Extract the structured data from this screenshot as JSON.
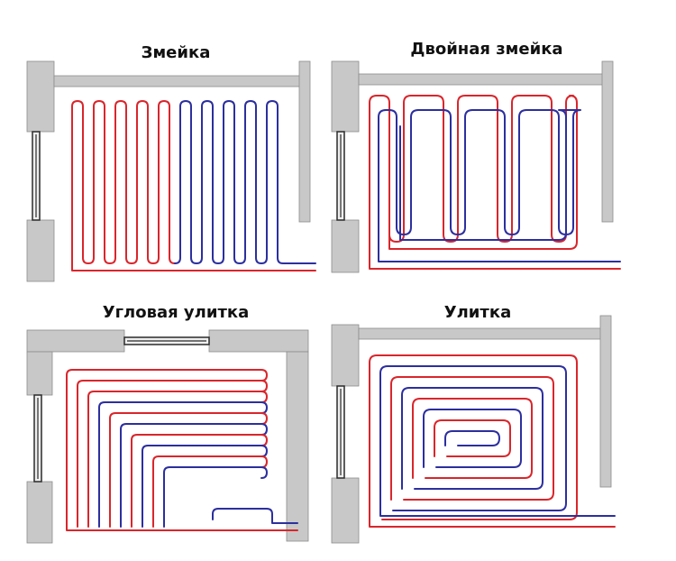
{
  "colors": {
    "supply": "#d9262c",
    "return": "#2c2f9e",
    "wall": "#c8c8c8",
    "wall_stroke": "#8c8c8c",
    "window_frame": "#2a2a2a"
  },
  "diagrams": [
    {
      "id": "zmeyka",
      "title": "Змейка"
    },
    {
      "id": "double-zmeyka",
      "title": "Двойная змейка"
    },
    {
      "id": "corner-snail",
      "title": "Угловая улитка"
    },
    {
      "id": "snail",
      "title": "Улитка"
    }
  ]
}
